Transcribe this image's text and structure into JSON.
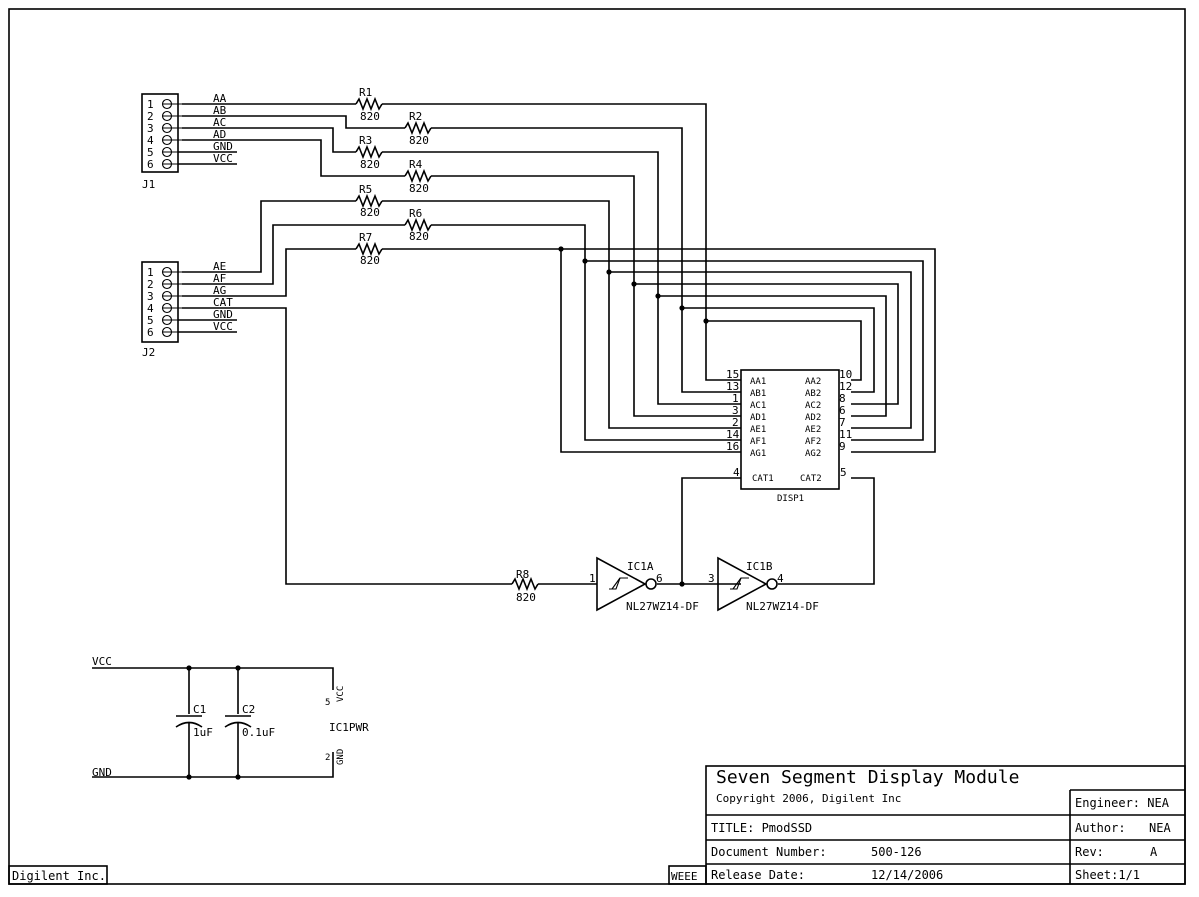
{
  "footer": {
    "company": "Digilent Inc.",
    "weee": "WEEE"
  },
  "title_block": {
    "title": "Seven Segment Display Module",
    "copyright": "Copyright 2006, Digilent Inc",
    "title_line": "TITLE: PmodSSD",
    "doc_label": "Document Number:",
    "doc_value": "500-126",
    "release_label": "Release Date:",
    "release_value": "12/14/2006",
    "engineer": "Engineer: NEA",
    "author_label": "Author:",
    "author_value": "NEA",
    "rev_label": "Rev:",
    "rev_value": "A",
    "sheet": "Sheet:1/1"
  },
  "connectors": [
    {
      "ref": "J1",
      "pins": [
        "1",
        "2",
        "3",
        "4",
        "5",
        "6"
      ],
      "nets": [
        "AA",
        "AB",
        "AC",
        "AD",
        "GND",
        "VCC"
      ]
    },
    {
      "ref": "J2",
      "pins": [
        "1",
        "2",
        "3",
        "4",
        "5",
        "6"
      ],
      "nets": [
        "AE",
        "AF",
        "AG",
        "CAT",
        "GND",
        "VCC"
      ]
    }
  ],
  "resistors": [
    {
      "ref": "R1",
      "value": "820"
    },
    {
      "ref": "R2",
      "value": "820"
    },
    {
      "ref": "R3",
      "value": "820"
    },
    {
      "ref": "R4",
      "value": "820"
    },
    {
      "ref": "R5",
      "value": "820"
    },
    {
      "ref": "R6",
      "value": "820"
    },
    {
      "ref": "R7",
      "value": "820"
    },
    {
      "ref": "R8",
      "value": "820"
    }
  ],
  "display": {
    "ref": "DISP1",
    "left_pins": [
      {
        "num": "15",
        "name": "AA1"
      },
      {
        "num": "13",
        "name": "AB1"
      },
      {
        "num": "1",
        "name": "AC1"
      },
      {
        "num": "3",
        "name": "AD1"
      },
      {
        "num": "2",
        "name": "AE1"
      },
      {
        "num": "14",
        "name": "AF1"
      },
      {
        "num": "16",
        "name": "AG1"
      }
    ],
    "right_pins": [
      {
        "num": "10",
        "name": "AA2"
      },
      {
        "num": "12",
        "name": "AB2"
      },
      {
        "num": "8",
        "name": "AC2"
      },
      {
        "num": "6",
        "name": "AD2"
      },
      {
        "num": "7",
        "name": "AE2"
      },
      {
        "num": "11",
        "name": "AF2"
      },
      {
        "num": "9",
        "name": "AG2"
      }
    ],
    "cat1": {
      "num": "4",
      "name": "CAT1"
    },
    "cat2": {
      "num": "5",
      "name": "CAT2"
    }
  },
  "inverters": [
    {
      "ref": "IC1A",
      "part": "NL27WZ14-DF",
      "in_pin": "1",
      "out_pin": "6"
    },
    {
      "ref": "IC1B",
      "part": "NL27WZ14-DF",
      "in_pin": "3",
      "out_pin": "4"
    }
  ],
  "power": {
    "vcc_label": "VCC",
    "gnd_label": "GND",
    "capacitors": [
      {
        "ref": "C1",
        "value": "1uF"
      },
      {
        "ref": "C2",
        "value": "0.1uF"
      }
    ],
    "ic_pwr": {
      "ref": "IC1PWR",
      "vcc_pin": "5",
      "vcc_name": "VCC",
      "gnd_pin": "2",
      "gnd_name": "GND"
    }
  }
}
